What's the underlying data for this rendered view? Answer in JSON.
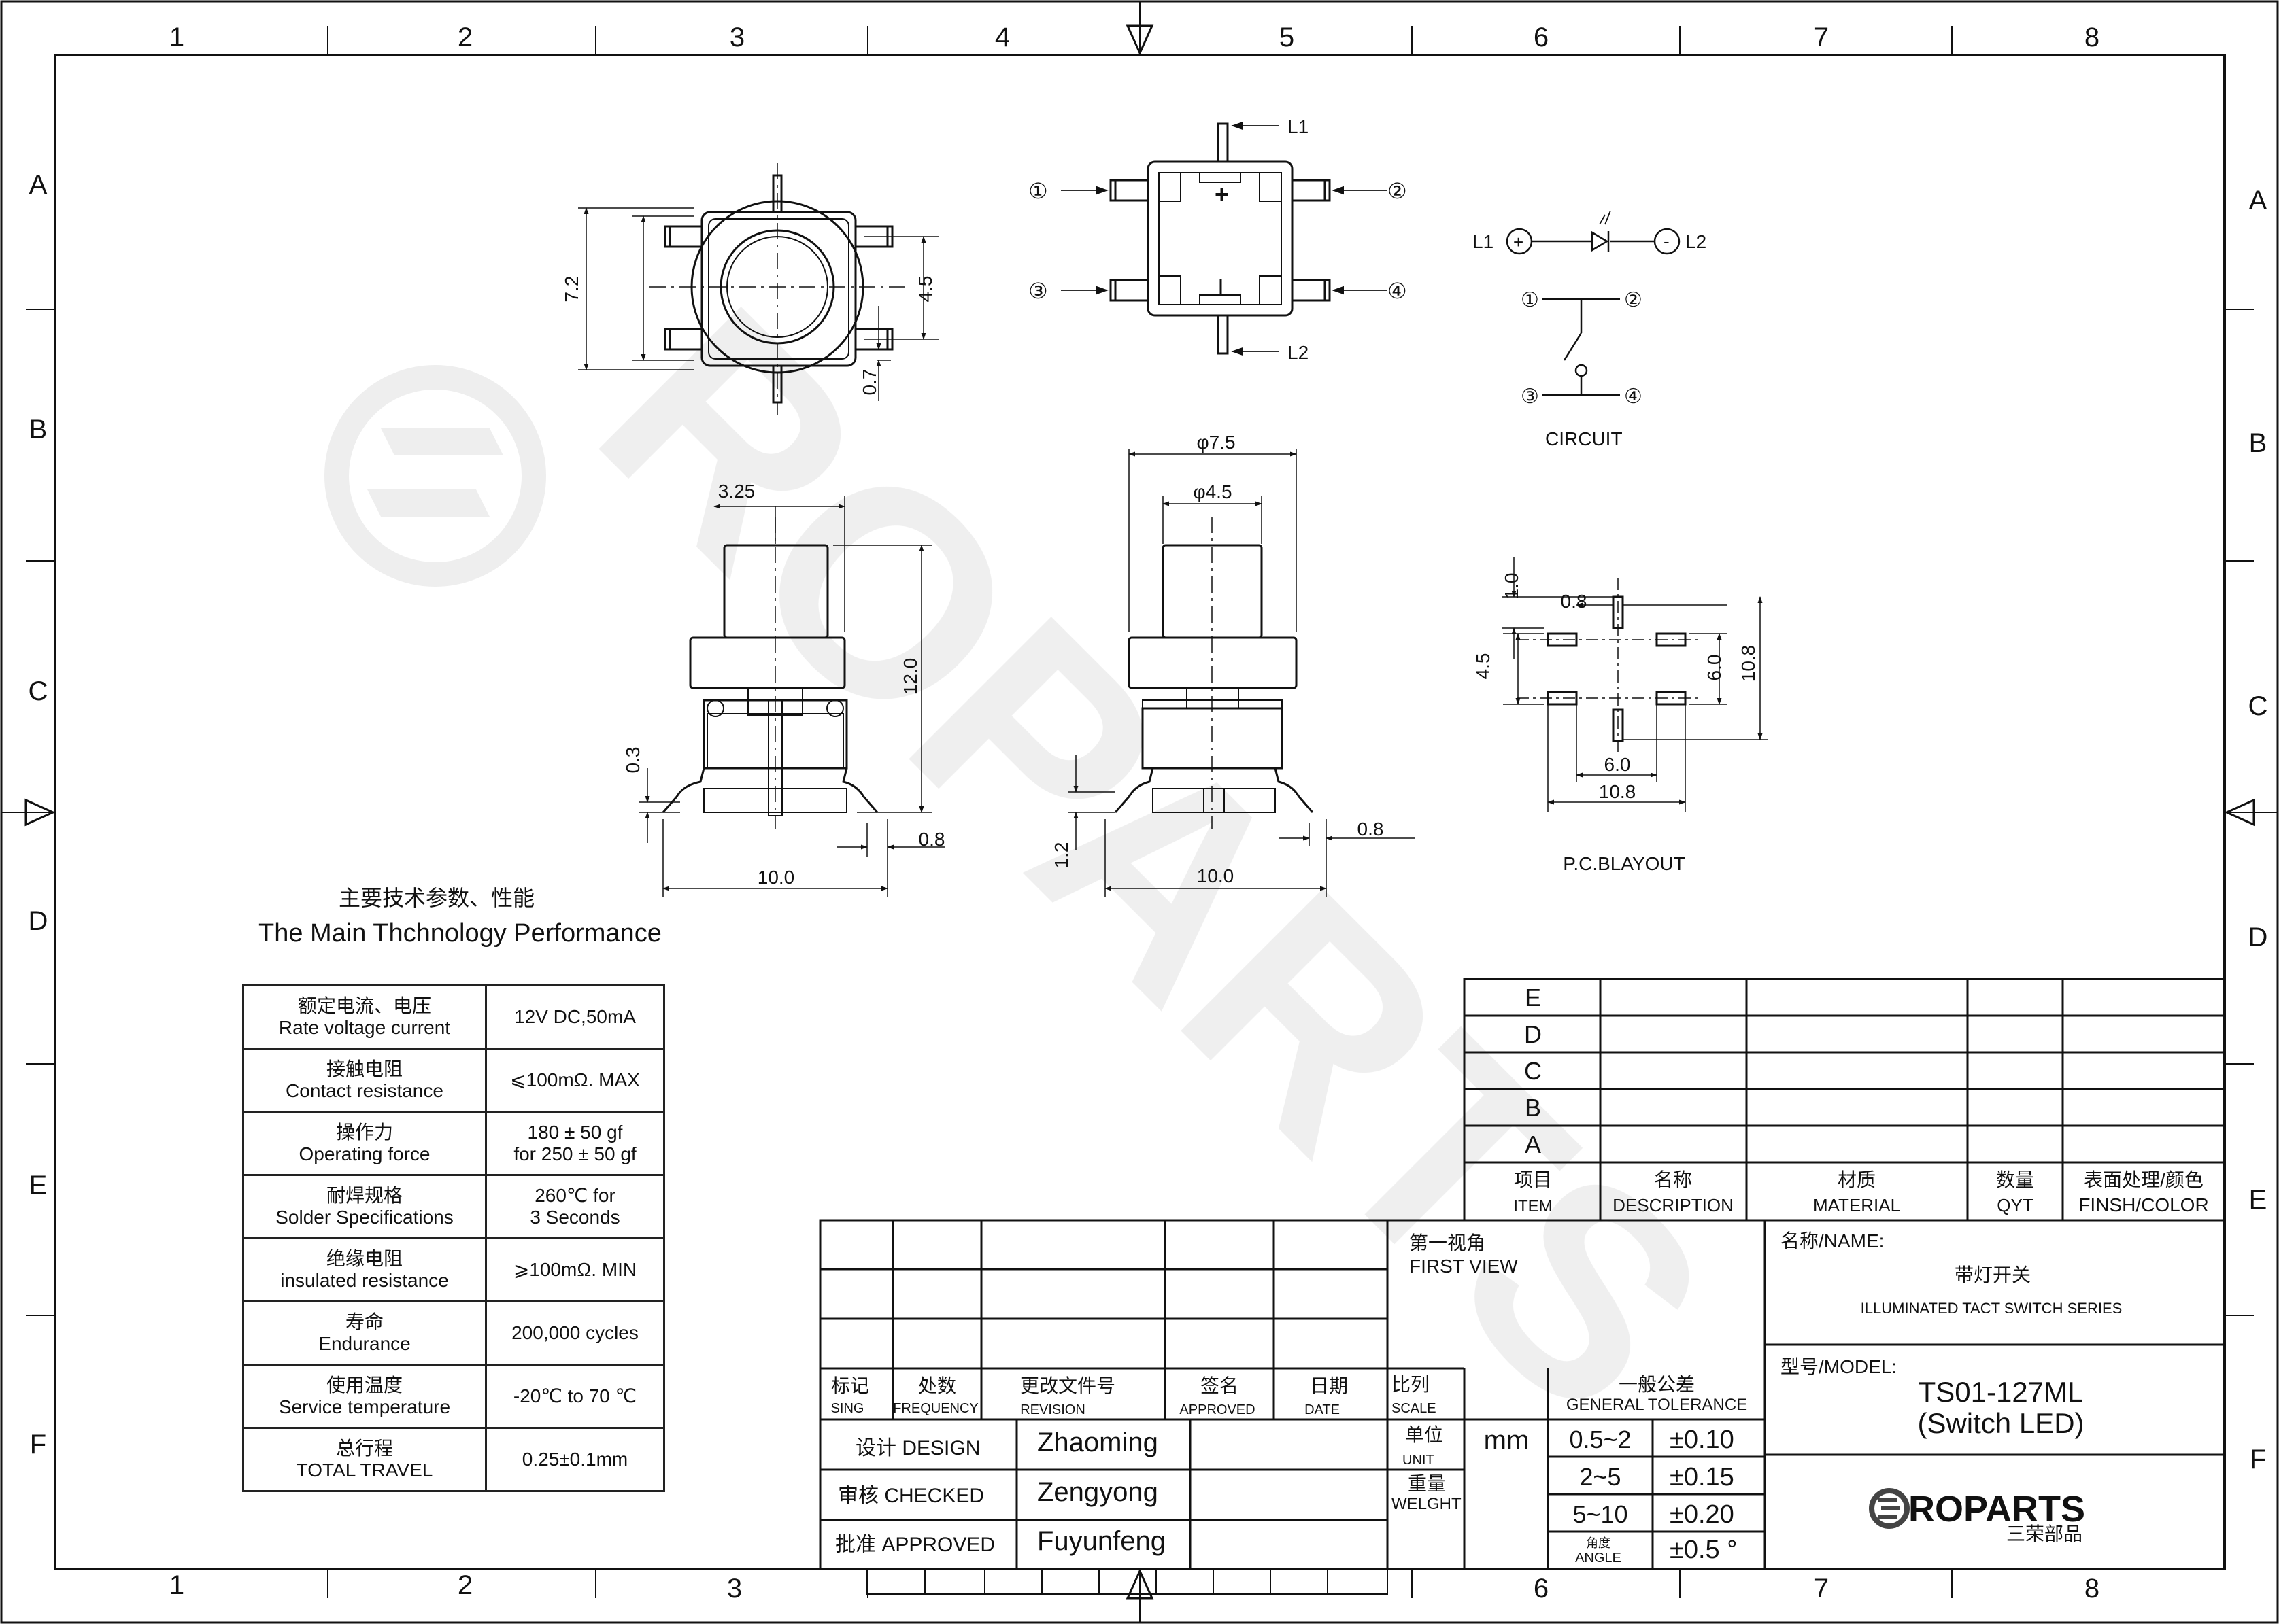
{
  "frame": {
    "columns": [
      "1",
      "2",
      "3",
      "4",
      "5",
      "6",
      "7",
      "8"
    ],
    "rows": [
      "A",
      "B",
      "C",
      "D",
      "E",
      "F"
    ]
  },
  "watermark": "ROPARTS",
  "views": {
    "top": {
      "dims": [
        "7.2",
        "4.5",
        "0.7"
      ]
    },
    "pins": {
      "labels": [
        "L1",
        "L2",
        "①",
        "②",
        "③",
        "④"
      ],
      "plus": "+"
    },
    "circuit": {
      "title": "CIRCUIT",
      "l1": "L1",
      "l2": "L2",
      "plus": "+",
      "minus": "-",
      "nums": [
        "①",
        "②",
        "③",
        "④"
      ]
    },
    "side_left": {
      "dims": [
        "3.25",
        "12.0",
        "0.3",
        "0.8",
        "10.0"
      ]
    },
    "side_right": {
      "dims": [
        "φ7.5",
        "φ4.5",
        "1.2",
        "0.8",
        "10.0"
      ]
    },
    "pcb": {
      "title": "P.C.BLAYOUT",
      "dims": [
        "1.0",
        "0.8",
        "4.5",
        "6.0",
        "10.8",
        "6.0",
        "10.8"
      ]
    }
  },
  "performance": {
    "title_cn": "主要技术参数、性能",
    "title_en": "The Main Thchnology Performance",
    "rows": [
      {
        "cn": "额定电流、电压",
        "en": "Rate voltage current",
        "value": "12V DC,50mA"
      },
      {
        "cn": "接触电阻",
        "en": "Contact resistance",
        "value": "⩽100mΩ. MAX"
      },
      {
        "cn": "操作力",
        "en": "Operating  force",
        "value": "180 ± 50 gf",
        "value2": "for 250 ± 50 gf"
      },
      {
        "cn": "耐焊规格",
        "en": "Solder Specifications",
        "value": "260℃ for",
        "value2": "3 Seconds"
      },
      {
        "cn": "绝缘电阻",
        "en": "insulated resistance",
        "value": "⩾100mΩ. MIN"
      },
      {
        "cn": "寿命",
        "en": "Endurance",
        "value": "200,000 cycles"
      },
      {
        "cn": "使用温度",
        "en": "Service temperature",
        "value": "-20℃ to 70 ℃"
      },
      {
        "cn": "总行程",
        "en": "TOTAL TRAVEL",
        "value": "0.25±0.1mm"
      }
    ]
  },
  "bom": {
    "rows": [
      "E",
      "D",
      "C",
      "B",
      "A"
    ],
    "headers": [
      {
        "cn": "项目",
        "en": "ITEM"
      },
      {
        "cn": "名称",
        "en": "DESCRIPTION"
      },
      {
        "cn": "材质",
        "en": "MATERIAL"
      },
      {
        "cn": "数量",
        "en": "QYT"
      },
      {
        "cn": "表面处理/颜色",
        "en": "FINSH/COLOR"
      }
    ]
  },
  "title_block": {
    "rev_headers": [
      {
        "cn": "标记",
        "en": "SING"
      },
      {
        "cn": "处数",
        "en": "FREQUENCY"
      },
      {
        "cn": "更改文件号",
        "en": "REVISION"
      },
      {
        "cn": "签名",
        "en": "APPROVED"
      },
      {
        "cn": "日期",
        "en": "DATE"
      }
    ],
    "view_cn": "第一视角",
    "view_en": "FIRST VIEW",
    "scale_cn": "比列",
    "scale_en": "SCALE",
    "tol_cn": "一般公差",
    "tol_en": "GENERAL TOLERANCE",
    "unit_cn": "单位",
    "unit_en": "UNIT",
    "unit_value": "mm",
    "weight_cn": "重量",
    "weight_en": "WELGHT",
    "angle_cn": "角度",
    "angle_en": "ANGLE",
    "tolerances": [
      {
        "range": "0.5~2",
        "tol": "±0.10"
      },
      {
        "range": "2~5",
        "tol": "±0.15"
      },
      {
        "range": "5~10",
        "tol": "±0.20"
      },
      {
        "range": "",
        "tol": "±0.5 °"
      }
    ],
    "signatures": [
      {
        "role": "设计 DESIGN",
        "name": "Zhaoming"
      },
      {
        "role": "审核 CHECKED",
        "name": "Zengyong"
      },
      {
        "role": "批准 APPROVED",
        "name": "Fuyunfeng"
      }
    ],
    "name_label": "名称/NAME:",
    "name_cn": "带灯开关",
    "name_en": "ILLUMINATED TACT SWITCH SERIES",
    "model_label": "型号/MODEL:",
    "model": "TS01-127ML",
    "model_sub": "(Switch LED)",
    "logo_text": "ROPARTS",
    "logo_cn": "三荣部品"
  }
}
